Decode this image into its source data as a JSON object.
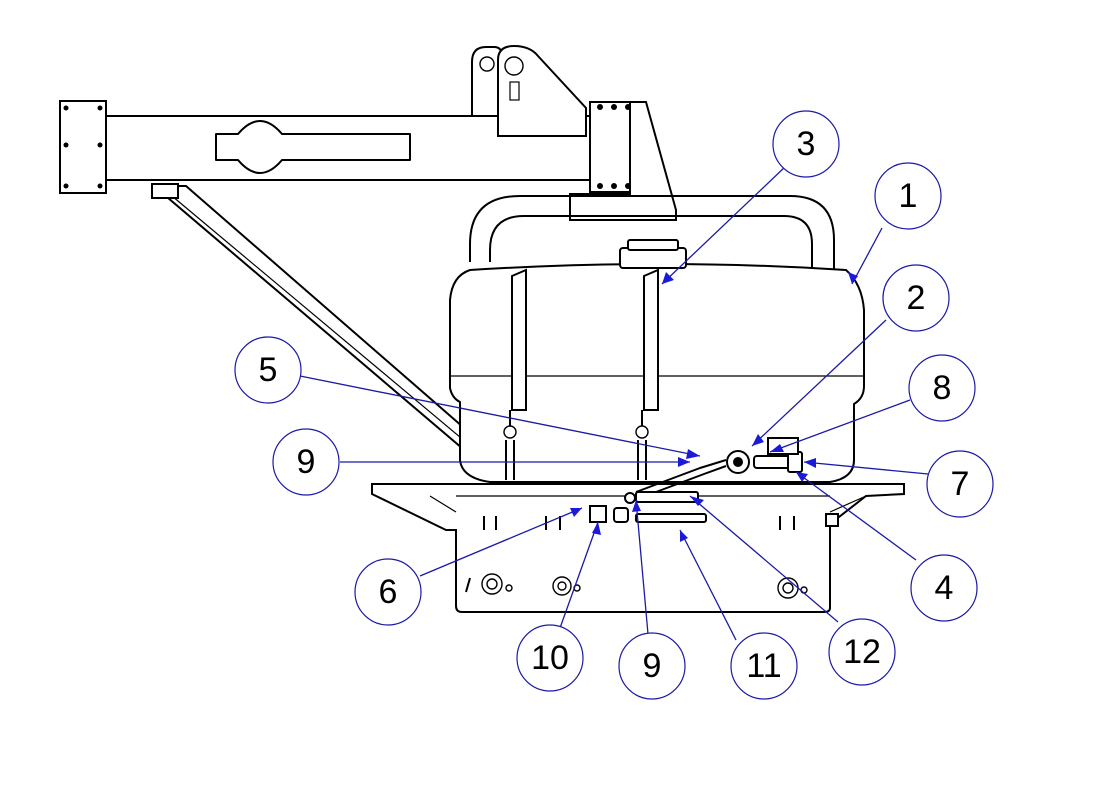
{
  "callouts": [
    {
      "label": "1"
    },
    {
      "label": "2"
    },
    {
      "label": "3"
    },
    {
      "label": "4"
    },
    {
      "label": "5"
    },
    {
      "label": "6"
    },
    {
      "label": "7"
    },
    {
      "label": "8"
    },
    {
      "label": "9"
    },
    {
      "label": "9"
    },
    {
      "label": "10"
    },
    {
      "label": "11"
    },
    {
      "label": "12"
    }
  ],
  "colors": {
    "leader": "#1a1aa8",
    "arrowhead": "#1a1ad8",
    "linework": "#000000"
  }
}
